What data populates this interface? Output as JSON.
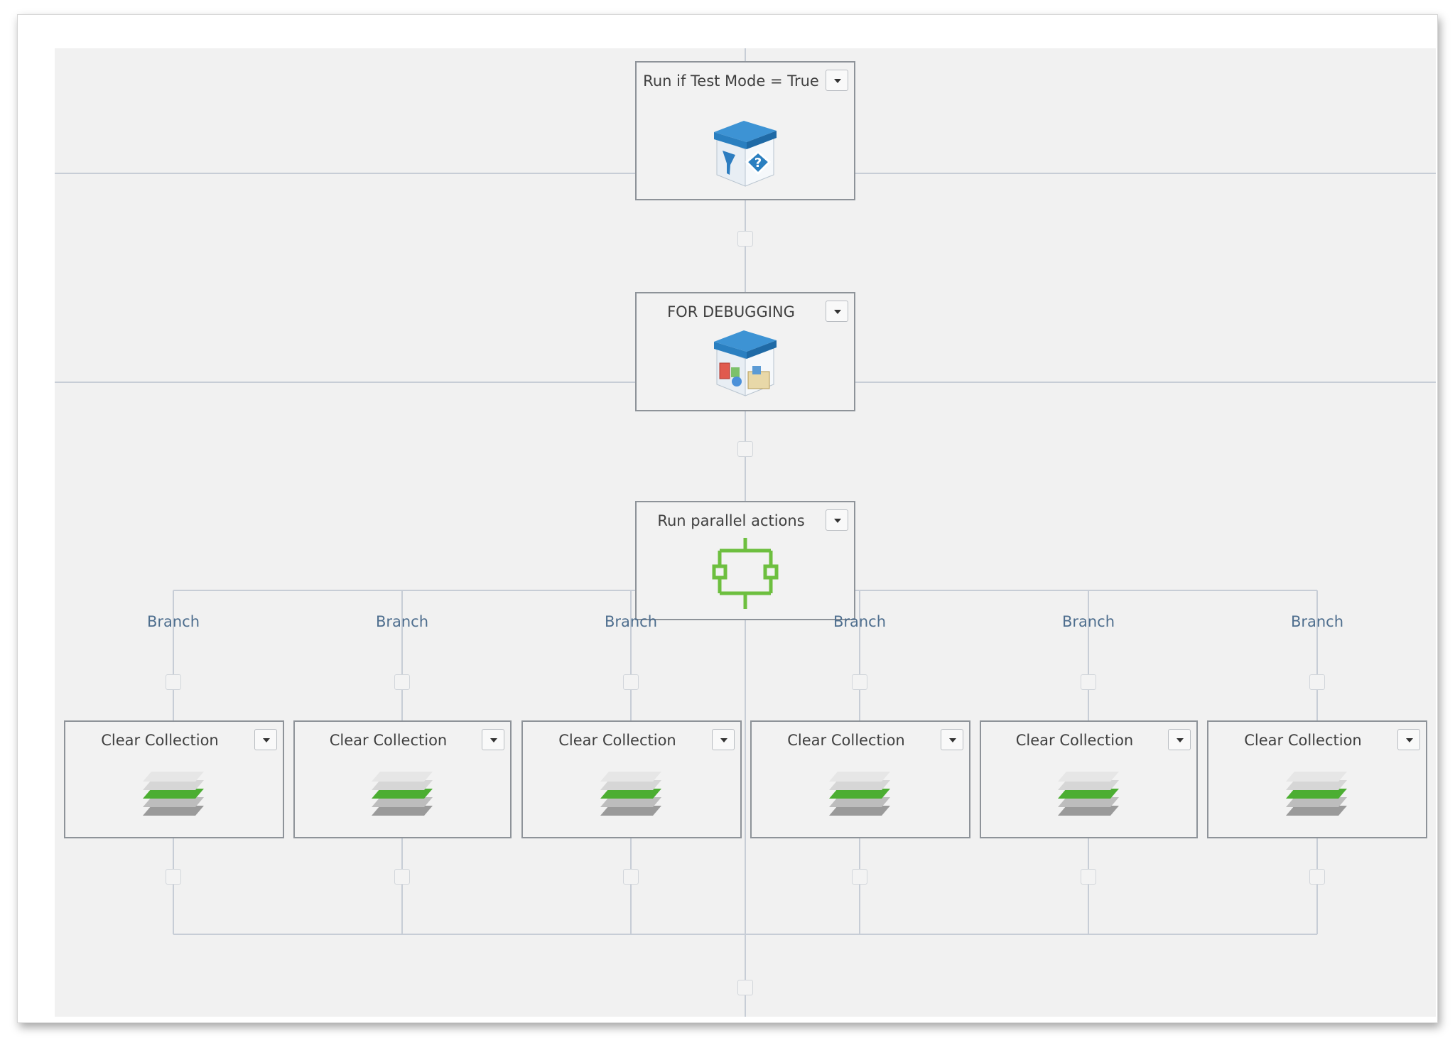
{
  "workflow": {
    "actions": [
      {
        "title": "Run if Test Mode = True",
        "icon": "condition-box-icon"
      },
      {
        "title": "FOR DEBUGGING",
        "icon": "action-set-box-icon"
      },
      {
        "title": "Run parallel actions",
        "icon": "parallel-actions-icon"
      }
    ],
    "branches": [
      {
        "label": "Branch",
        "action_title": "Clear Collection",
        "icon": "collection-layers-icon"
      },
      {
        "label": "Branch",
        "action_title": "Clear Collection",
        "icon": "collection-layers-icon"
      },
      {
        "label": "Branch",
        "action_title": "Clear Collection",
        "icon": "collection-layers-icon"
      },
      {
        "label": "Branch",
        "action_title": "Clear Collection",
        "icon": "collection-layers-icon"
      },
      {
        "label": "Branch",
        "action_title": "Clear Collection",
        "icon": "collection-layers-icon"
      },
      {
        "label": "Branch",
        "action_title": "Clear Collection",
        "icon": "collection-layers-icon"
      }
    ]
  },
  "colors": {
    "canvas_background": "#f1f1f1",
    "wire": "#c7cdd6",
    "branch_label": "#4e6e8e",
    "parallel_icon": "#6dbf3f",
    "collection_layer_highlight": "#4cae32",
    "box_lid": "#2a7fc0"
  }
}
